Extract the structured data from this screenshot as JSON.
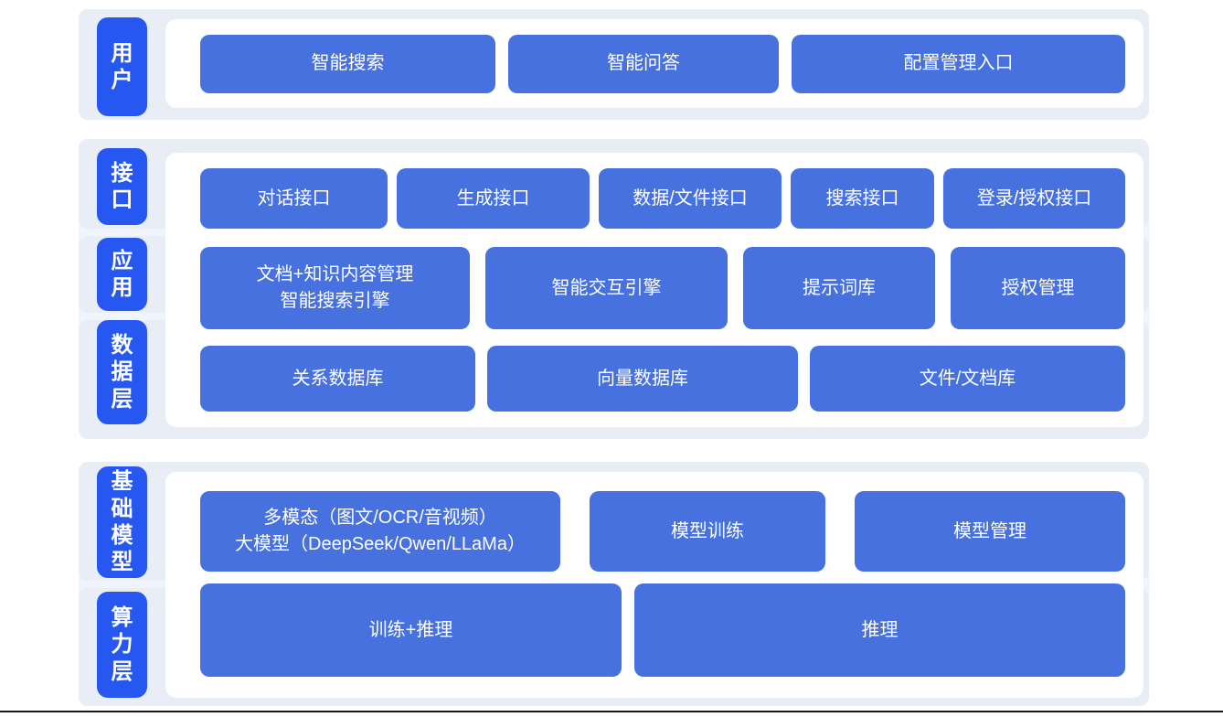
{
  "colors": {
    "page_background": "#ffffff",
    "band_background": "#e9eef6",
    "band_gap_tint": "#f0f5fb",
    "label_pill_blue": "#2657f0",
    "content_box_blue": "#4671df",
    "panel_white": "#ffffff",
    "text_white": "#ffffff",
    "bottom_rule_dark": "#1a1a1a"
  },
  "layers": [
    {
      "label": "用户",
      "boxes": [
        "智能搜索",
        "智能问答",
        "配置管理入口"
      ]
    },
    {
      "label": "接口",
      "boxes": [
        "对话接口",
        "生成接口",
        "数据/文件接口",
        "搜索接口",
        "登录/授权接口"
      ]
    },
    {
      "label": "应用",
      "boxes": [
        "文档+知识内容管理\n智能搜索引擎",
        "智能交互引擎",
        "提示词库",
        "授权管理"
      ]
    },
    {
      "label": "数据层",
      "boxes": [
        "关系数据库",
        "向量数据库",
        "文件/文档库"
      ]
    },
    {
      "label": "基础模型",
      "boxes": [
        "多模态（图文/OCR/音视频）\n大模型（DeepSeek/Qwen/LLaMa）",
        "模型训练",
        "模型管理"
      ]
    },
    {
      "label": "算力层",
      "boxes": [
        "训练+推理",
        "推理"
      ]
    }
  ]
}
